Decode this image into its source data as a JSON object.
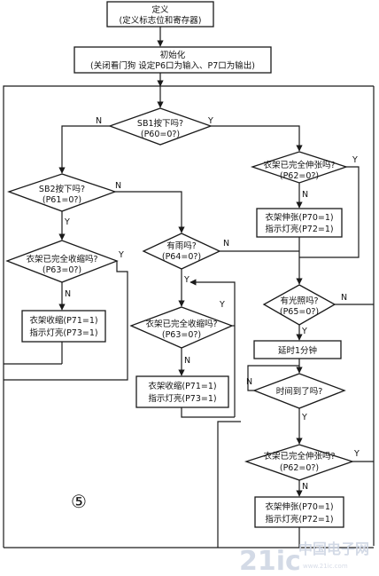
{
  "nodes": {
    "define": [
      "定义",
      "(定义标志位和寄存器)"
    ],
    "init": [
      "初始化",
      "(关闭看门狗  设定P6口为输入、P7口为输出)"
    ],
    "sb1": [
      "SB1按下吗?",
      "(P60=0?)"
    ],
    "sb2": [
      "SB2按下吗?",
      "(P61=0?)"
    ],
    "full_extend_1": [
      "衣架已完全伸张吗?",
      "(P62=0?)"
    ],
    "extend_1": [
      "衣架伸张(P70=1)",
      "指示灯亮(P72=1)"
    ],
    "retracted_1": [
      "衣架已完全收缩吗?",
      "(P63=0?)"
    ],
    "retract_1": [
      "衣架收缩(P71=1)",
      "指示灯亮(P73=1)"
    ],
    "rain": [
      "有雨吗?",
      "(P64=0?)"
    ],
    "retracted_2": [
      "衣架已完全收缩吗?",
      "(P63=0?)"
    ],
    "retract_2": [
      "衣架收缩(P71=1)",
      "指示灯亮(P73=1)"
    ],
    "light": [
      "有光照吗?",
      "(P65=0?)"
    ],
    "delay": [
      "延时1分钟"
    ],
    "time_up": [
      "时间到了吗?"
    ],
    "full_extend_2": [
      "衣架已完全伸张吗?",
      "(P62=0?)"
    ],
    "extend_2": [
      "衣架伸张(P70=1)",
      "指示灯亮(P72=1)"
    ]
  },
  "branch": {
    "yes": "Y",
    "no": "N"
  },
  "figure_mark": "⑤",
  "watermark": {
    "main": "21ic",
    "cn": "中国电子网",
    "url": "www.21ic.com"
  },
  "colors": {
    "line": "#1a1a1a",
    "watermark": "#cfd6e4"
  }
}
